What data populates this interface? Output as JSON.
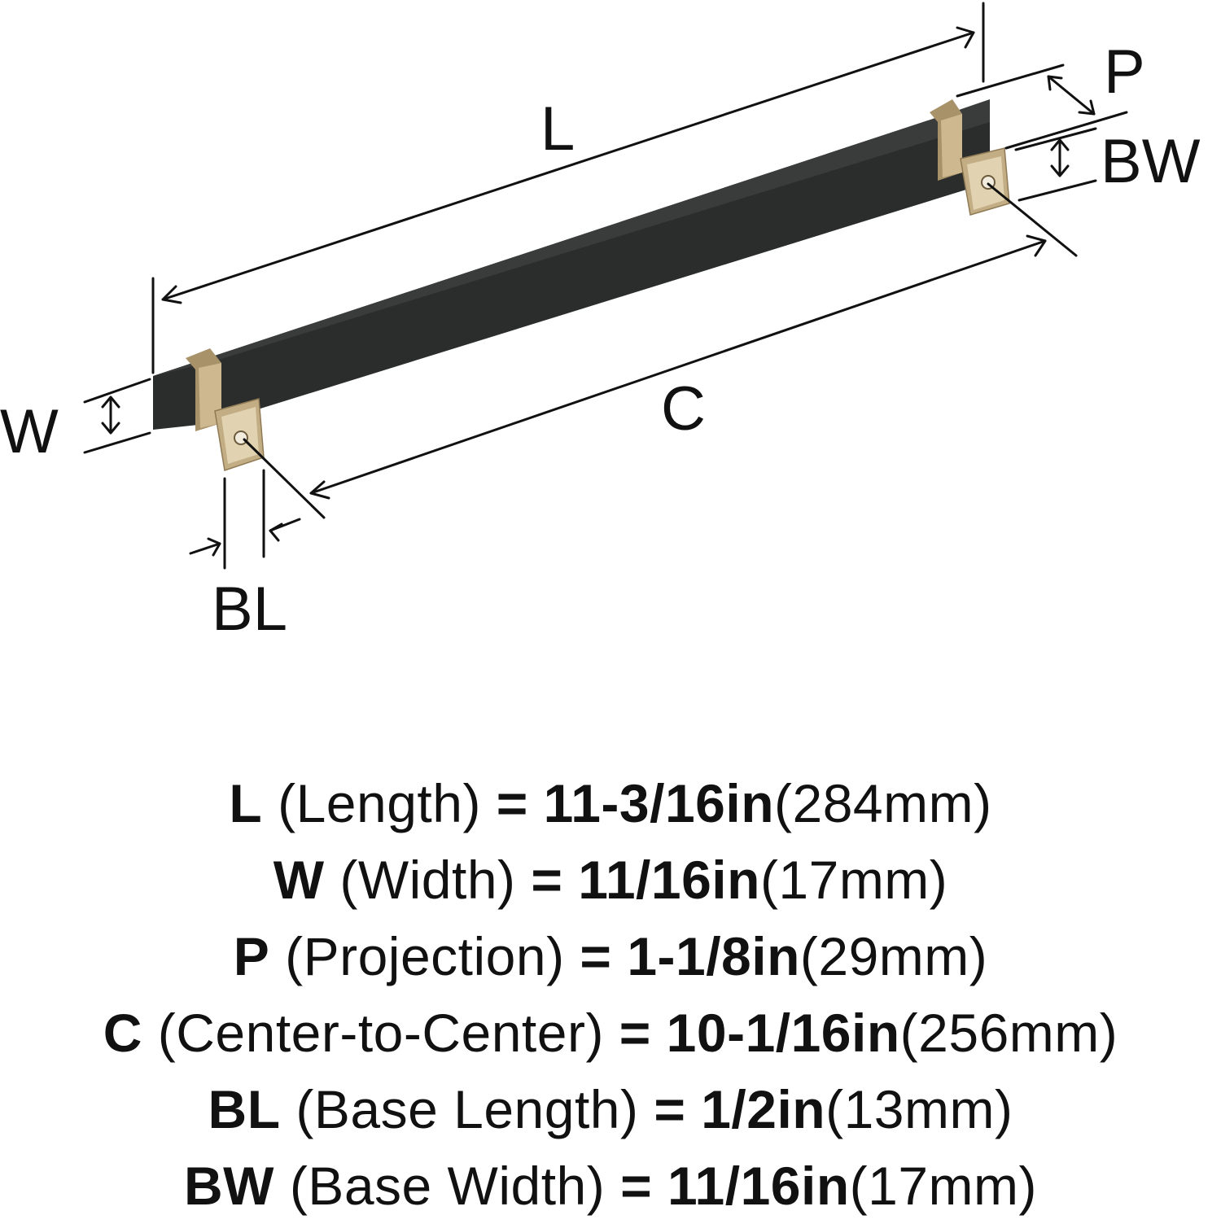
{
  "colors": {
    "bar": "#2b2d2d",
    "bar_top": "#3a3c3c",
    "brass": "#cdb88f",
    "brass_dark": "#a8926a",
    "line": "#111111"
  },
  "labels": {
    "L": "L",
    "P": "P",
    "BW": "BW",
    "W": "W",
    "C": "C",
    "BL": "BL"
  },
  "specs": [
    {
      "abbr": "L",
      "name": "(Length)",
      "eq": "=",
      "inch": "11-3/16in",
      "mm": "(284mm)"
    },
    {
      "abbr": "W",
      "name": "(Width)",
      "eq": "=",
      "inch": "11/16in",
      "mm": "(17mm)"
    },
    {
      "abbr": "P",
      "name": "(Projection)",
      "eq": "=",
      "inch": "1-1/8in",
      "mm": "(29mm)"
    },
    {
      "abbr": "C",
      "name": "(Center-to-Center)",
      "eq": "=",
      "inch": "10-1/16in",
      "mm": "(256mm)"
    },
    {
      "abbr": "BL",
      "name": "(Base Length)",
      "eq": "=",
      "inch": "1/2in",
      "mm": "(13mm)"
    },
    {
      "abbr": "BW",
      "name": "(Base Width)",
      "eq": "=",
      "inch": "11/16in",
      "mm": "(17mm)"
    }
  ]
}
